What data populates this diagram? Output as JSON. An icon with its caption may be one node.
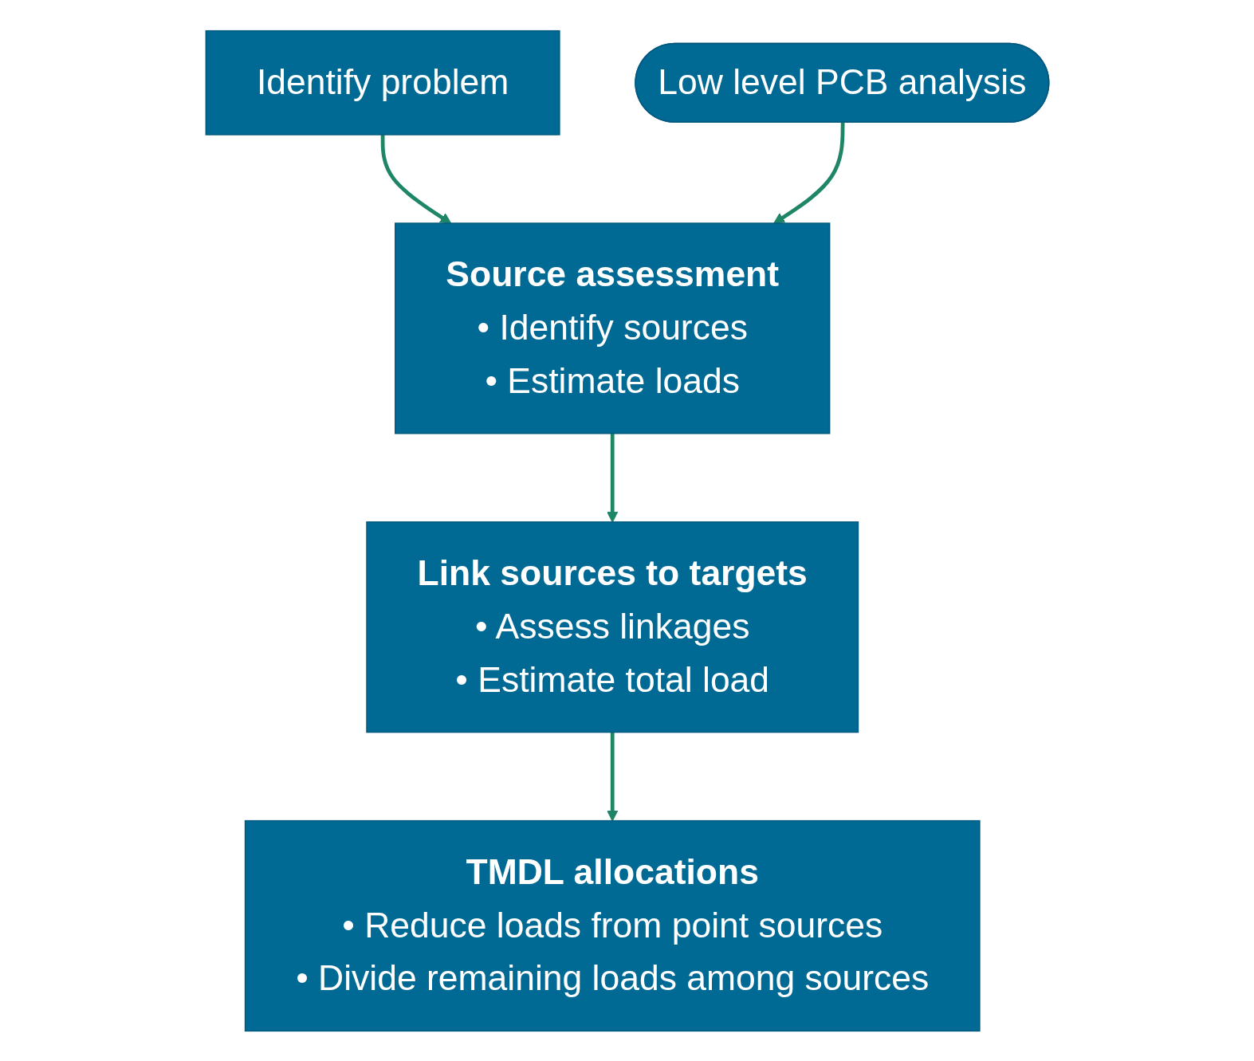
{
  "diagram": {
    "nodes": [
      {
        "text": [
          "Identify problem"
        ]
      },
      {
        "text": [
          "Low level PCB analysis"
        ]
      },
      {
        "text": [
          "Source assessment",
          "• Identify sources",
          "• Estimate loads"
        ]
      },
      {
        "text": [
          "Link sources to targets",
          "• Assess linkages",
          "• Estimate total load"
        ]
      },
      {
        "text": [
          "TMDL allocations",
          "• Reduce loads from point sources",
          "• Divide remaining loads among sources"
        ]
      }
    ],
    "edges": [
      {
        "from": 0,
        "to": 2,
        "arrow": "to"
      },
      {
        "from": 1,
        "to": 2,
        "arrow": "to"
      },
      {
        "from": 2,
        "to": 3,
        "arrow": "to"
      },
      {
        "from": 3,
        "to": 4,
        "arrow": "to"
      }
    ]
  }
}
